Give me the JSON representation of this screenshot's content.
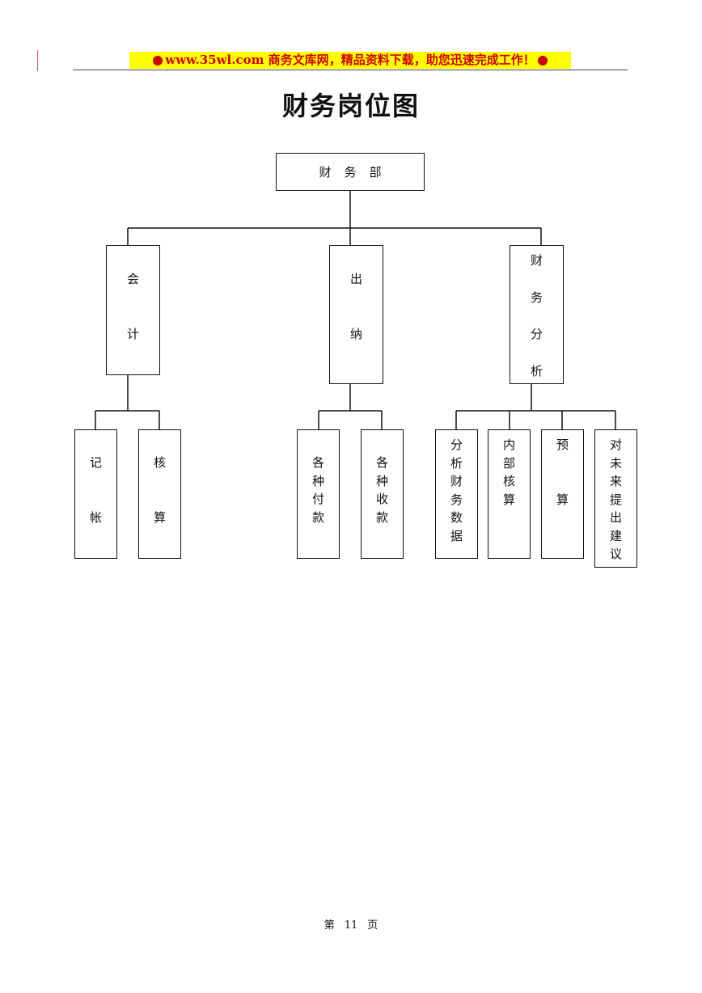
{
  "header": {
    "banner_text": "www.35wl.com 商务文库网，精品资料下载，助您迅速完成工作！",
    "banner_bg": "#ffff00",
    "banner_color": "#cc0000"
  },
  "title": "财务岗位图",
  "org": {
    "root": "财务部",
    "l1": [
      [
        "会",
        "计"
      ],
      [
        "出",
        "纳"
      ],
      [
        "财",
        "务",
        "分",
        "析"
      ]
    ],
    "l2": [
      [
        "记",
        "帐"
      ],
      [
        "核",
        "算"
      ],
      [
        "各",
        "种",
        "付",
        "款"
      ],
      [
        "各",
        "种",
        "收",
        "款"
      ],
      [
        "分",
        "析",
        "财",
        "务",
        "数",
        "据"
      ],
      [
        "内",
        "部",
        "核",
        "算"
      ],
      [
        "预",
        "算"
      ],
      [
        "对",
        "未",
        "来",
        "提",
        "出",
        "建",
        "议"
      ]
    ]
  },
  "footer": {
    "prefix": "第",
    "page_number": "11",
    "suffix": "页"
  }
}
